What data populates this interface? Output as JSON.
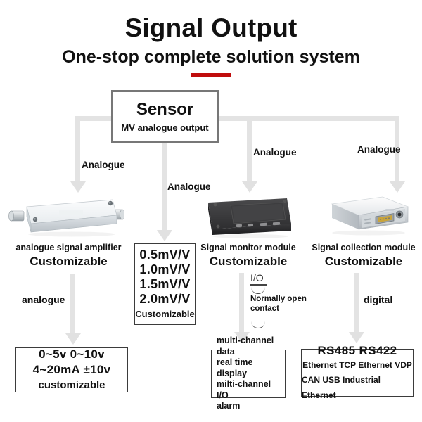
{
  "header": {
    "title": "Signal Output",
    "subtitle": "One-stop complete solution system",
    "accent_color": "#c00d0d"
  },
  "diagram": {
    "source": {
      "title": "Sensor",
      "subtitle": "MV analogue output"
    },
    "flow_labels": {
      "analogue_1": "Analogue",
      "analogue_2": "Analogue",
      "analogue_3": "Analogue",
      "analogue_4": "Analogue",
      "analogue_out_left": "analogue",
      "digital_out_right": "digital",
      "io_symbol": "I/O",
      "normally_open_line1": "Normally open",
      "normally_open_line2": "contact"
    },
    "branches": [
      {
        "device_name": "analogue-signal-amplifier",
        "caption": "analogue signal amplifier",
        "customizable": "Customizable",
        "output_label": "analogue"
      },
      {
        "device_name": "mv-output-values",
        "caption": "",
        "customizable": "",
        "output_label": ""
      },
      {
        "device_name": "signal-monitor-module",
        "caption": "Signal monitor module",
        "customizable": "Customizable",
        "output_label": "I/O"
      },
      {
        "device_name": "signal-collection-module",
        "caption": "Signal collection module",
        "customizable": "Customizable",
        "output_label": "digital"
      }
    ],
    "mv_box": {
      "values": [
        "0.5mV/V",
        "1.0mV/V",
        "1.5mV/V",
        "2.0mV/V"
      ],
      "footer": "Customizable"
    },
    "output_left": {
      "line1": "0~5v  0~10v",
      "line2": "4~20mA ±10v",
      "line3": "customizable"
    },
    "output_middle": {
      "line1": "multi-channel data",
      "line2": "real time display",
      "line3": "milti-channel I/O",
      "line4": "alarm"
    },
    "output_right": {
      "line1": "RS485  RS422",
      "line2": "Ethernet TCP  Ethernet VDP",
      "line3": "CAN USB Industrial Ethernet"
    }
  }
}
